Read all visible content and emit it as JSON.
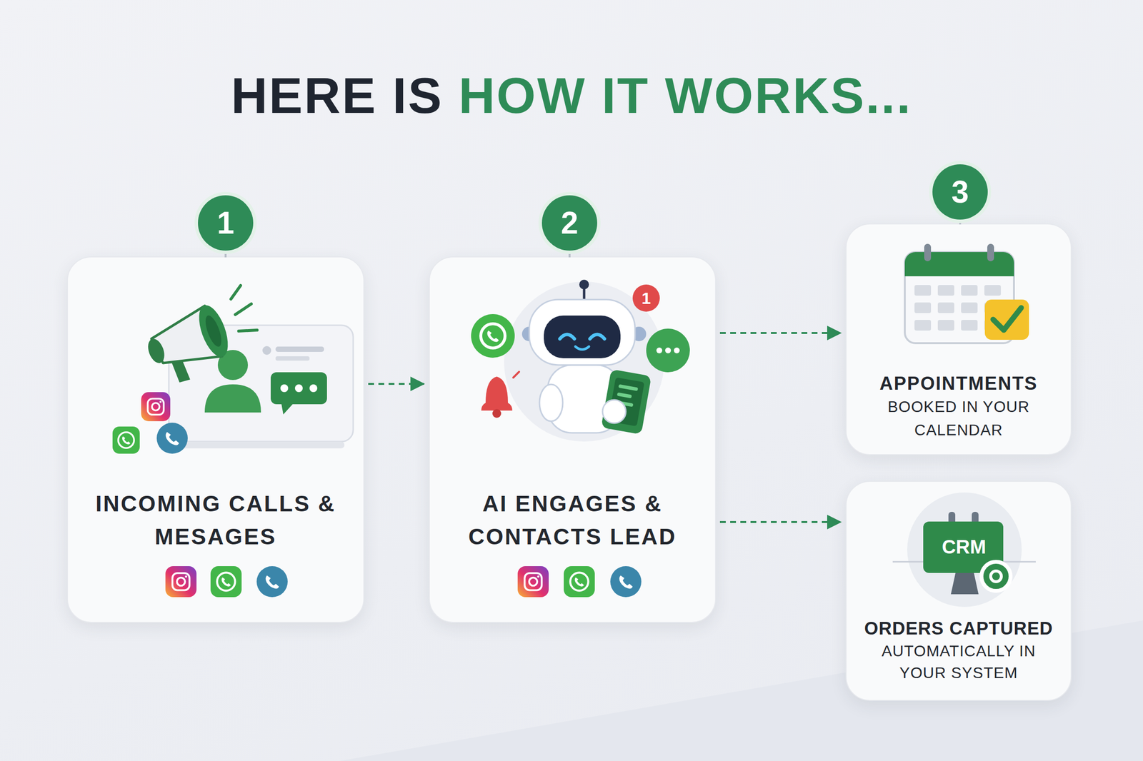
{
  "diagram": {
    "title": "HERE IS HOW IT WORKS...",
    "nodes": [
      {
        "text": [
          "1",
          "INCOMING CALLS & MESAGES"
        ]
      },
      {
        "text": [
          "2",
          "AI ENGAGES & CONTACTS LEAD"
        ]
      },
      {
        "text": [
          "3",
          "APPOINTMENTS",
          "BOOKED IN YOUR CALENDAR"
        ]
      },
      {
        "text": [
          "ORDERS CAPTURED",
          "AUTOMATICALLY IN YOUR SYSTEM"
        ]
      }
    ],
    "edges": [
      {
        "from": 0,
        "to": 1,
        "arrow": "to"
      },
      {
        "from": 1,
        "to": 2,
        "arrow": "to"
      },
      {
        "from": 1,
        "to": 3,
        "arrow": "to"
      }
    ],
    "labels": [
      "1",
      "CRM"
    ]
  }
}
